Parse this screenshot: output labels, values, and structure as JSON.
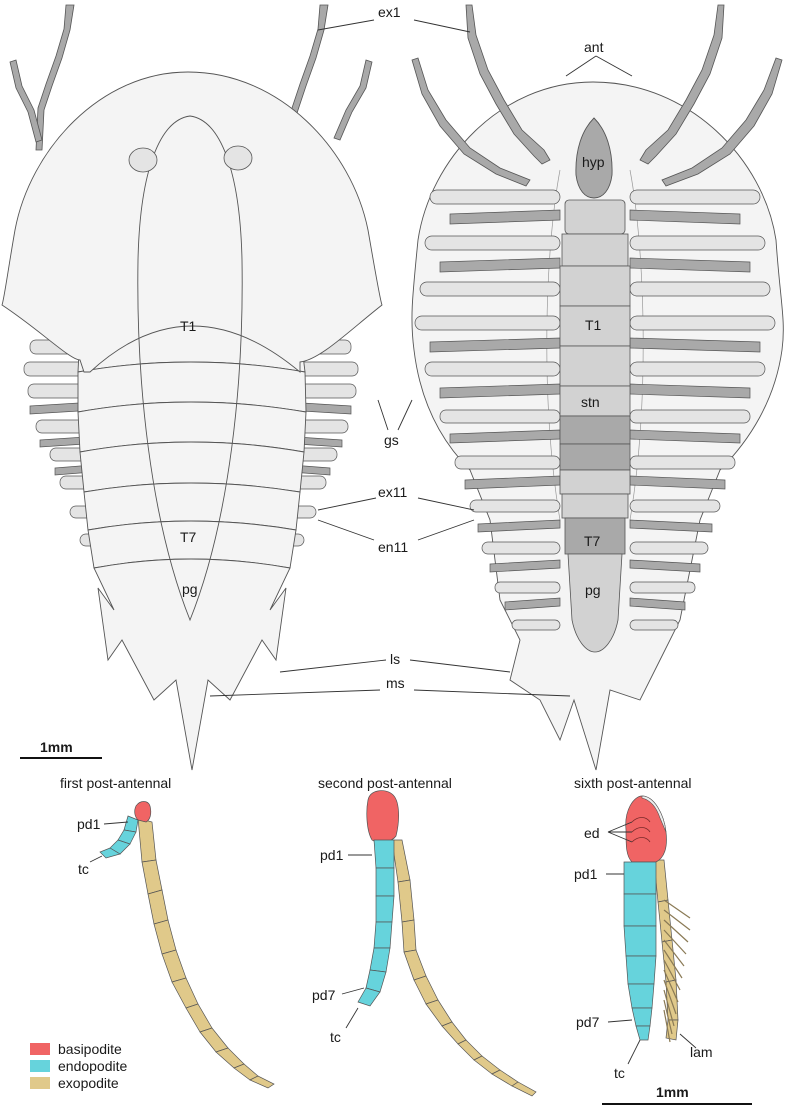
{
  "dorsal_labels": {
    "t1": "T1",
    "t7": "T7",
    "pg": "pg"
  },
  "ventral_labels": {
    "hyp": "hyp",
    "t1": "T1",
    "stn": "stn",
    "t7": "T7",
    "pg": "pg"
  },
  "shared_labels": {
    "ex1": "ex1",
    "ant": "ant",
    "gs": "gs",
    "ex11": "ex11",
    "en11": "en11",
    "ls": "ls",
    "ms": "ms"
  },
  "scale_bar_top": "1mm",
  "scale_bar_bottom": "1mm",
  "limb_panels": [
    {
      "title": "first post-antennal",
      "labels": {
        "pd1": "pd1",
        "tc": "tc"
      }
    },
    {
      "title": "second post-antennal",
      "labels": {
        "pd1": "pd1",
        "pd7": "pd7",
        "tc": "tc"
      }
    },
    {
      "title": "sixth post-antennal",
      "labels": {
        "ed": "ed",
        "pd1": "pd1",
        "pd7": "pd7",
        "tc": "tc",
        "lam": "lam"
      }
    }
  ],
  "legend": [
    {
      "label": "basipodite",
      "color": "#f06464"
    },
    {
      "label": "endopodite",
      "color": "#66d3dc"
    },
    {
      "label": "exopodite",
      "color": "#e0c98a"
    }
  ],
  "colors": {
    "body_fill": "#f4f4f4",
    "limb_light": "#e4e4e4",
    "limb_dark": "#a9a9a9",
    "stroke": "#555555"
  }
}
